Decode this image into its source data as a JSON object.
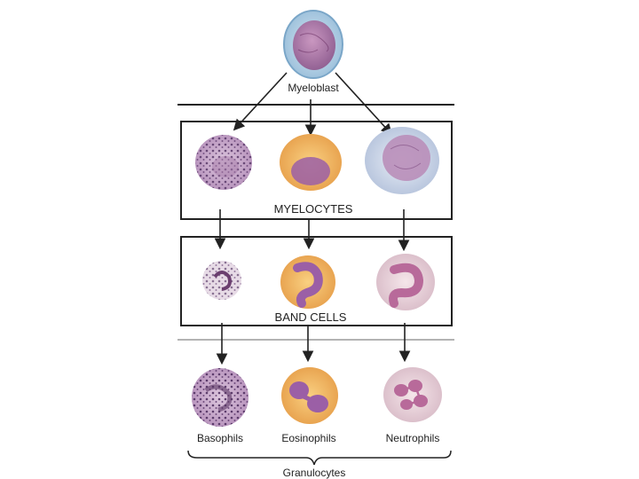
{
  "diagram": {
    "top_cell": {
      "label": "Myeloblast"
    },
    "stages": [
      {
        "label": "MYELOCYTES"
      },
      {
        "label": "BAND CELLS"
      }
    ],
    "final_cells": [
      {
        "label": "Basophils"
      },
      {
        "label": "Eosinophils"
      },
      {
        "label": "Neutrophils"
      }
    ],
    "group_label": "Granulocytes"
  }
}
